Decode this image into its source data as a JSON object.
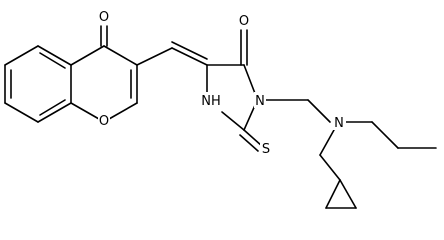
{
  "molecule": {
    "atom_labels": {
      "chromone_carbonyl_oxygen": "O",
      "ring_oxygen": "O",
      "imidazolidinone_carbonyl_oxygen": "O",
      "ring_nitrogen_3": "N",
      "ring_nitrogen_1": "NH",
      "thione_sulfur": "S",
      "amine_nitrogen": "N"
    }
  }
}
